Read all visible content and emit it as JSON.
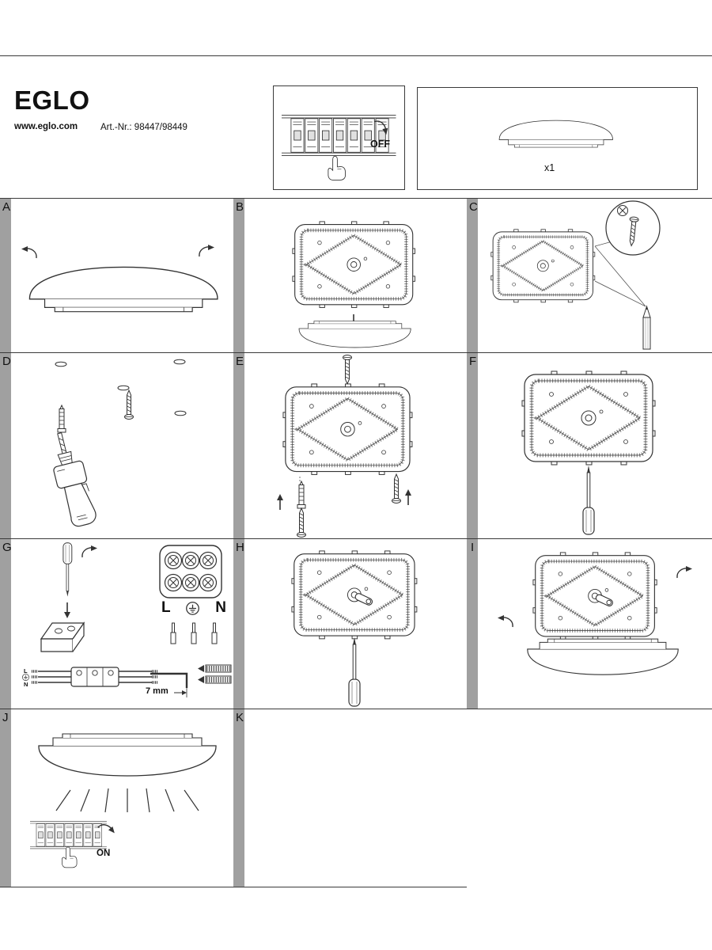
{
  "header": {
    "brand": "EGLO",
    "website": "www.eglo.com",
    "article_number": "Art.-Nr.: 98447/98449"
  },
  "power_off_box": {
    "label": "OFF"
  },
  "contents_box": {
    "quantity": "x1"
  },
  "steps": [
    {
      "label": "A"
    },
    {
      "label": "B"
    },
    {
      "label": "C"
    },
    {
      "label": "D"
    },
    {
      "label": "E"
    },
    {
      "label": "F"
    },
    {
      "label": "G"
    },
    {
      "label": "H"
    },
    {
      "label": "I"
    },
    {
      "label": "J"
    },
    {
      "label": "K"
    }
  ],
  "wiring": {
    "terminal_live": "L",
    "terminal_neutral": "N",
    "wire_live": "L",
    "wire_neutral": "N",
    "strip_length": "7 mm"
  },
  "power_on": {
    "label": "ON"
  },
  "colors": {
    "line": "#333333",
    "separator_bar": "#a0a0a0",
    "paper": "#ffffff"
  },
  "icons": [
    "ceiling-lamp",
    "mounting-backplate",
    "circuit-breaker-panel",
    "pointing-hand",
    "screwdriver",
    "screw",
    "wall-anchor",
    "drill",
    "pencil",
    "earth-ground",
    "terminal-block",
    "wire-ferrule",
    "rotation-arrow",
    "down-arrow"
  ]
}
